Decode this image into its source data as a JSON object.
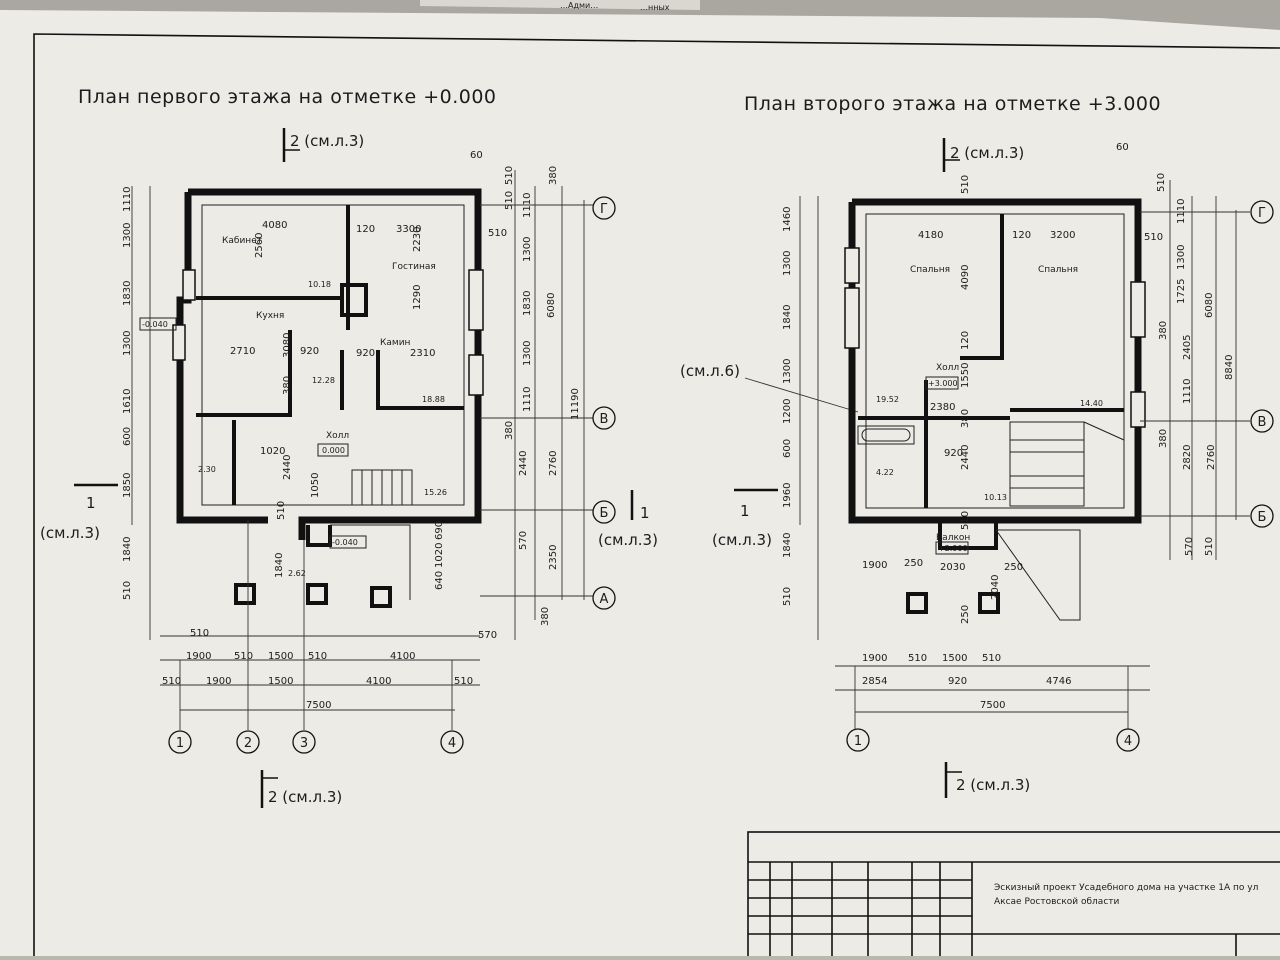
{
  "header_scraps": [
    "…Адми…",
    "…нных"
  ],
  "plan1": {
    "title": "План первого этажа на отметке +0.000",
    "section_top": "2 (см.л.3)",
    "section_bottom": "2 (см.л.3)",
    "section_left_num": "1",
    "section_left_ref": "(см.л.3)",
    "section_right_num": "1",
    "section_right_ref": "(см.л.3)",
    "rooms": [
      {
        "label": "Кабинет"
      },
      {
        "label": "Гостиная"
      },
      {
        "label": "Кухня"
      },
      {
        "label": "Камин"
      },
      {
        "label": "Холл"
      }
    ],
    "areas": [
      "10.18",
      "12.28",
      "18.88",
      "2.30",
      "15.26",
      "2.62"
    ],
    "levels": [
      "-0.040",
      "0.000",
      "-0.040"
    ],
    "dims_top": [
      "60",
      "510",
      "380",
      "510",
      "4080",
      "120",
      "3300",
      "510",
      "2560",
      "2230",
      "1290",
      "2710",
      "3080",
      "920",
      "920",
      "2310",
      "380",
      "1020",
      "2440",
      "1050",
      "510",
      "1840",
      "640",
      "1020",
      "690"
    ],
    "dims_left": [
      "1110",
      "1300",
      "1830",
      "1300",
      "1610",
      "600",
      "1850",
      "1840",
      "510"
    ],
    "dims_right": [
      "1110",
      "1300",
      "1830",
      "1300",
      "1110",
      "380",
      "2440",
      "570",
      "380",
      "6080",
      "2760",
      "2350",
      "11190"
    ],
    "dims_bottom_rows": [
      [
        "510",
        "570"
      ],
      [
        "1900",
        "510",
        "1500",
        "510",
        "4100"
      ],
      [
        "510",
        "1900",
        "1500",
        "4100",
        "510"
      ],
      [
        "7500"
      ]
    ],
    "axes_bottom": [
      "1",
      "2",
      "3",
      "4"
    ],
    "axes_right": [
      "Г",
      "В",
      "Б",
      "А"
    ]
  },
  "plan2": {
    "title": "План второго этажа на отметке +3.000",
    "section_top": "2 (см.л.3)",
    "section_bottom": "2 (см.л.3)",
    "section_left_num": "1",
    "section_left_ref": "(см.л.3)",
    "callout": "(см.л.6)",
    "rooms": [
      {
        "label": "Спальня"
      },
      {
        "label": "Спальня"
      },
      {
        "label": "Холл"
      },
      {
        "label": "Балкон"
      }
    ],
    "areas": [
      "19.52",
      "14.40",
      "4.22",
      "10.13"
    ],
    "levels": [
      "+3.000",
      "+2.900"
    ],
    "dims_top": [
      "60",
      "510",
      "510",
      "4180",
      "120",
      "3200",
      "510",
      "4090",
      "120",
      "1550",
      "2380",
      "380",
      "920",
      "2440",
      "510",
      "250",
      "250",
      "2040",
      "2030",
      "1900",
      "250"
    ],
    "dims_left": [
      "1460",
      "1300",
      "1840",
      "1300",
      "1200",
      "600",
      "1960",
      "1840",
      "510"
    ],
    "dims_right": [
      "1110",
      "1300",
      "1725",
      "380",
      "2405",
      "1110",
      "380",
      "2820",
      "570",
      "510",
      "6080",
      "2760",
      "8840"
    ],
    "dims_bottom_rows": [
      [
        "1900",
        "510",
        "1500",
        "510"
      ],
      [
        "2854",
        "920",
        "4746"
      ],
      [
        "7500"
      ]
    ],
    "axes_bottom": [
      "1",
      "4"
    ],
    "axes_right": [
      "Г",
      "В",
      "Б"
    ]
  },
  "title_block": {
    "line1": "Эскизный проект Усадебного дома на участке  1А по ул",
    "line2": "Аксае Ростовской области"
  }
}
